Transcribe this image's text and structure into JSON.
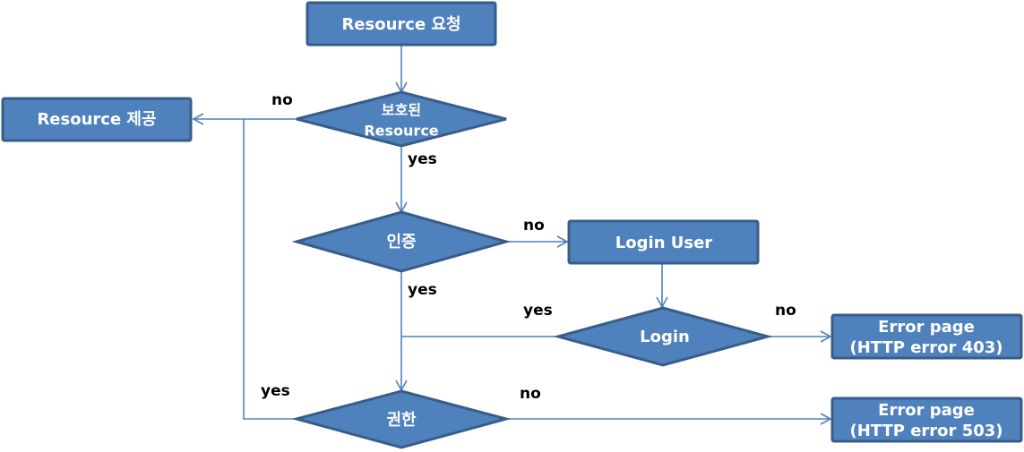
{
  "colors": {
    "fill": "#4f81bd",
    "stroke": "#385d8a",
    "line": "#4f81bd",
    "text": "#ffffff",
    "label": "#000000"
  },
  "nodes": {
    "request": {
      "type": "process",
      "lines": [
        "Resource 요청"
      ]
    },
    "provide": {
      "type": "process",
      "lines": [
        "Resource 제공"
      ]
    },
    "protected": {
      "type": "decision",
      "lines": [
        "보호된",
        "Resource"
      ]
    },
    "auth": {
      "type": "decision",
      "lines": [
        "인증"
      ]
    },
    "login_user": {
      "type": "process",
      "lines": [
        "Login User"
      ]
    },
    "login": {
      "type": "decision",
      "lines": [
        "Login"
      ]
    },
    "error403": {
      "type": "process",
      "lines": [
        "Error page",
        "(HTTP error 403)"
      ]
    },
    "permission": {
      "type": "decision",
      "lines": [
        "권한"
      ]
    },
    "error503": {
      "type": "process",
      "lines": [
        "Error page",
        "(HTTP error 503)"
      ]
    }
  },
  "edges": [
    {
      "from": "request",
      "to": "protected",
      "label": ""
    },
    {
      "from": "protected",
      "to": "provide",
      "label": "no"
    },
    {
      "from": "protected",
      "to": "auth",
      "label": "yes"
    },
    {
      "from": "auth",
      "to": "login_user",
      "label": "no"
    },
    {
      "from": "auth",
      "to": "permission",
      "label": "yes"
    },
    {
      "from": "login_user",
      "to": "login",
      "label": ""
    },
    {
      "from": "login",
      "to": "permission",
      "label": "yes"
    },
    {
      "from": "login",
      "to": "error403",
      "label": "no"
    },
    {
      "from": "permission",
      "to": "provide",
      "label": "yes"
    },
    {
      "from": "permission",
      "to": "error503",
      "label": "no"
    }
  ],
  "labels": {
    "protected_no": "no",
    "protected_yes": "yes",
    "auth_no": "no",
    "auth_yes": "yes",
    "login_yes": "yes",
    "login_no": "no",
    "permission_yes": "yes",
    "permission_no": "no"
  }
}
